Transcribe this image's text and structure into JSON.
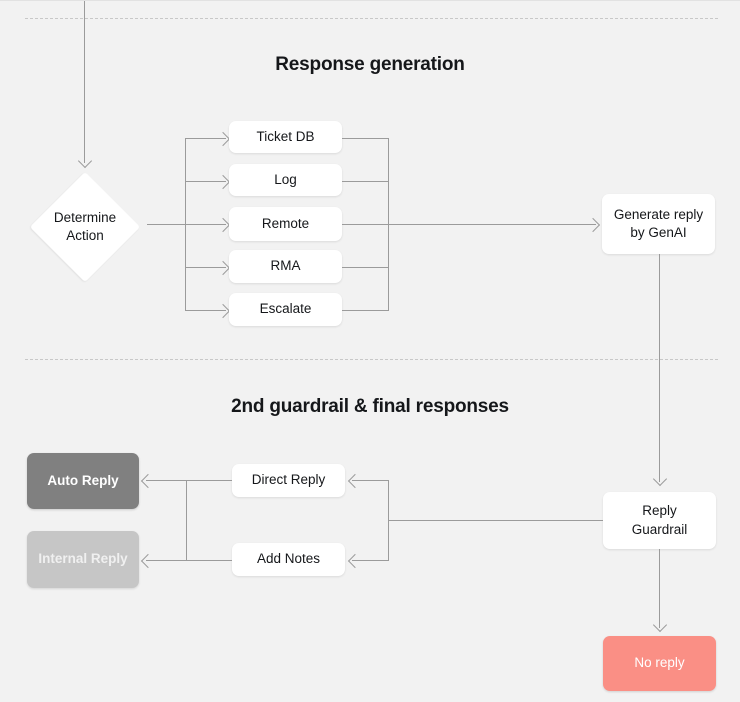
{
  "diagram": {
    "title_response": "Response generation",
    "title_guardrail": "2nd guardrail & final responses",
    "colors": {
      "background": "#f2f2f2",
      "node_default": "#ffffff",
      "node_dark": "#808080",
      "node_light": "#c6c6c6",
      "node_danger": "#fa8f85",
      "connector": "#9b9b9b",
      "divider": "#c8c8c8",
      "text": "#15171a"
    },
    "nodes": {
      "determine_action": "Determine\nAction",
      "determine_action_line1": "Determine",
      "determine_action_line2": "Action",
      "ticket_db": "Ticket DB",
      "log": "Log",
      "remote": "Remote",
      "rma": "RMA",
      "escalate": "Escalate",
      "generate_reply_line1": "Generate reply",
      "generate_reply_line2": "by GenAI",
      "reply_guardrail_line1": "Reply",
      "reply_guardrail_line2": "Guardrail",
      "no_reply": "No reply",
      "auto_reply": "Auto Reply",
      "internal_reply": "Internal Reply",
      "direct_reply": "Direct Reply",
      "add_notes": "Add Notes"
    }
  }
}
